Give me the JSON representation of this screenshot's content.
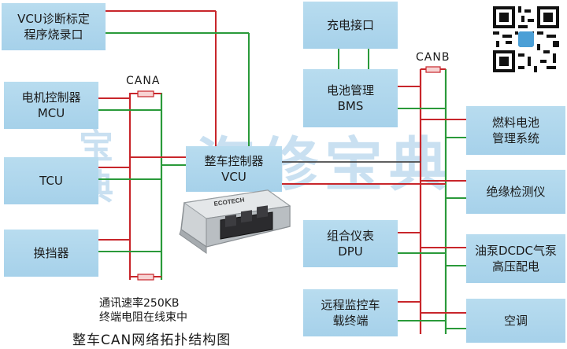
{
  "title": "整车CAN网络拓扑结构图",
  "notes": {
    "line1": "通讯速率250KB",
    "line2": "终端电阻在线束中"
  },
  "bus_labels": {
    "cana": "CANA",
    "canb": "CANB"
  },
  "watermark": {
    "main": "汽修宝典",
    "small_1": "宝",
    "small_2": "典"
  },
  "logo_text": "ECOTECH",
  "colors": {
    "box": "#a6d1ea",
    "can_high": "#c8262b",
    "can_low": "#2a9a3a",
    "wire_dark": "#4a4a4a"
  },
  "nodes": {
    "vcu_diag": {
      "line1": "VCU诊断标定",
      "line2": "程序烧录口"
    },
    "mcu": {
      "line1": "电机控制器",
      "line2": "MCU"
    },
    "tcu": {
      "line1": "TCU"
    },
    "shifter": {
      "line1": "换挡器"
    },
    "vcu": {
      "line1": "整车控制器",
      "line2": "VCU"
    },
    "charge_port": {
      "line1": "充电接口"
    },
    "bms": {
      "line1": "电池管理",
      "line2": "BMS"
    },
    "fuel_cell": {
      "line1": "燃料电池",
      "line2": "管理系统"
    },
    "insulation": {
      "line1": "绝缘检测仪"
    },
    "dpu": {
      "line1": "组合仪表",
      "line2": "DPU"
    },
    "oil_pump": {
      "line1": "油泵DCDC气泵",
      "line2": "高压配电"
    },
    "telematics": {
      "line1": "远程监控车",
      "line2": "载终端"
    },
    "ac": {
      "line1": "空调"
    }
  }
}
